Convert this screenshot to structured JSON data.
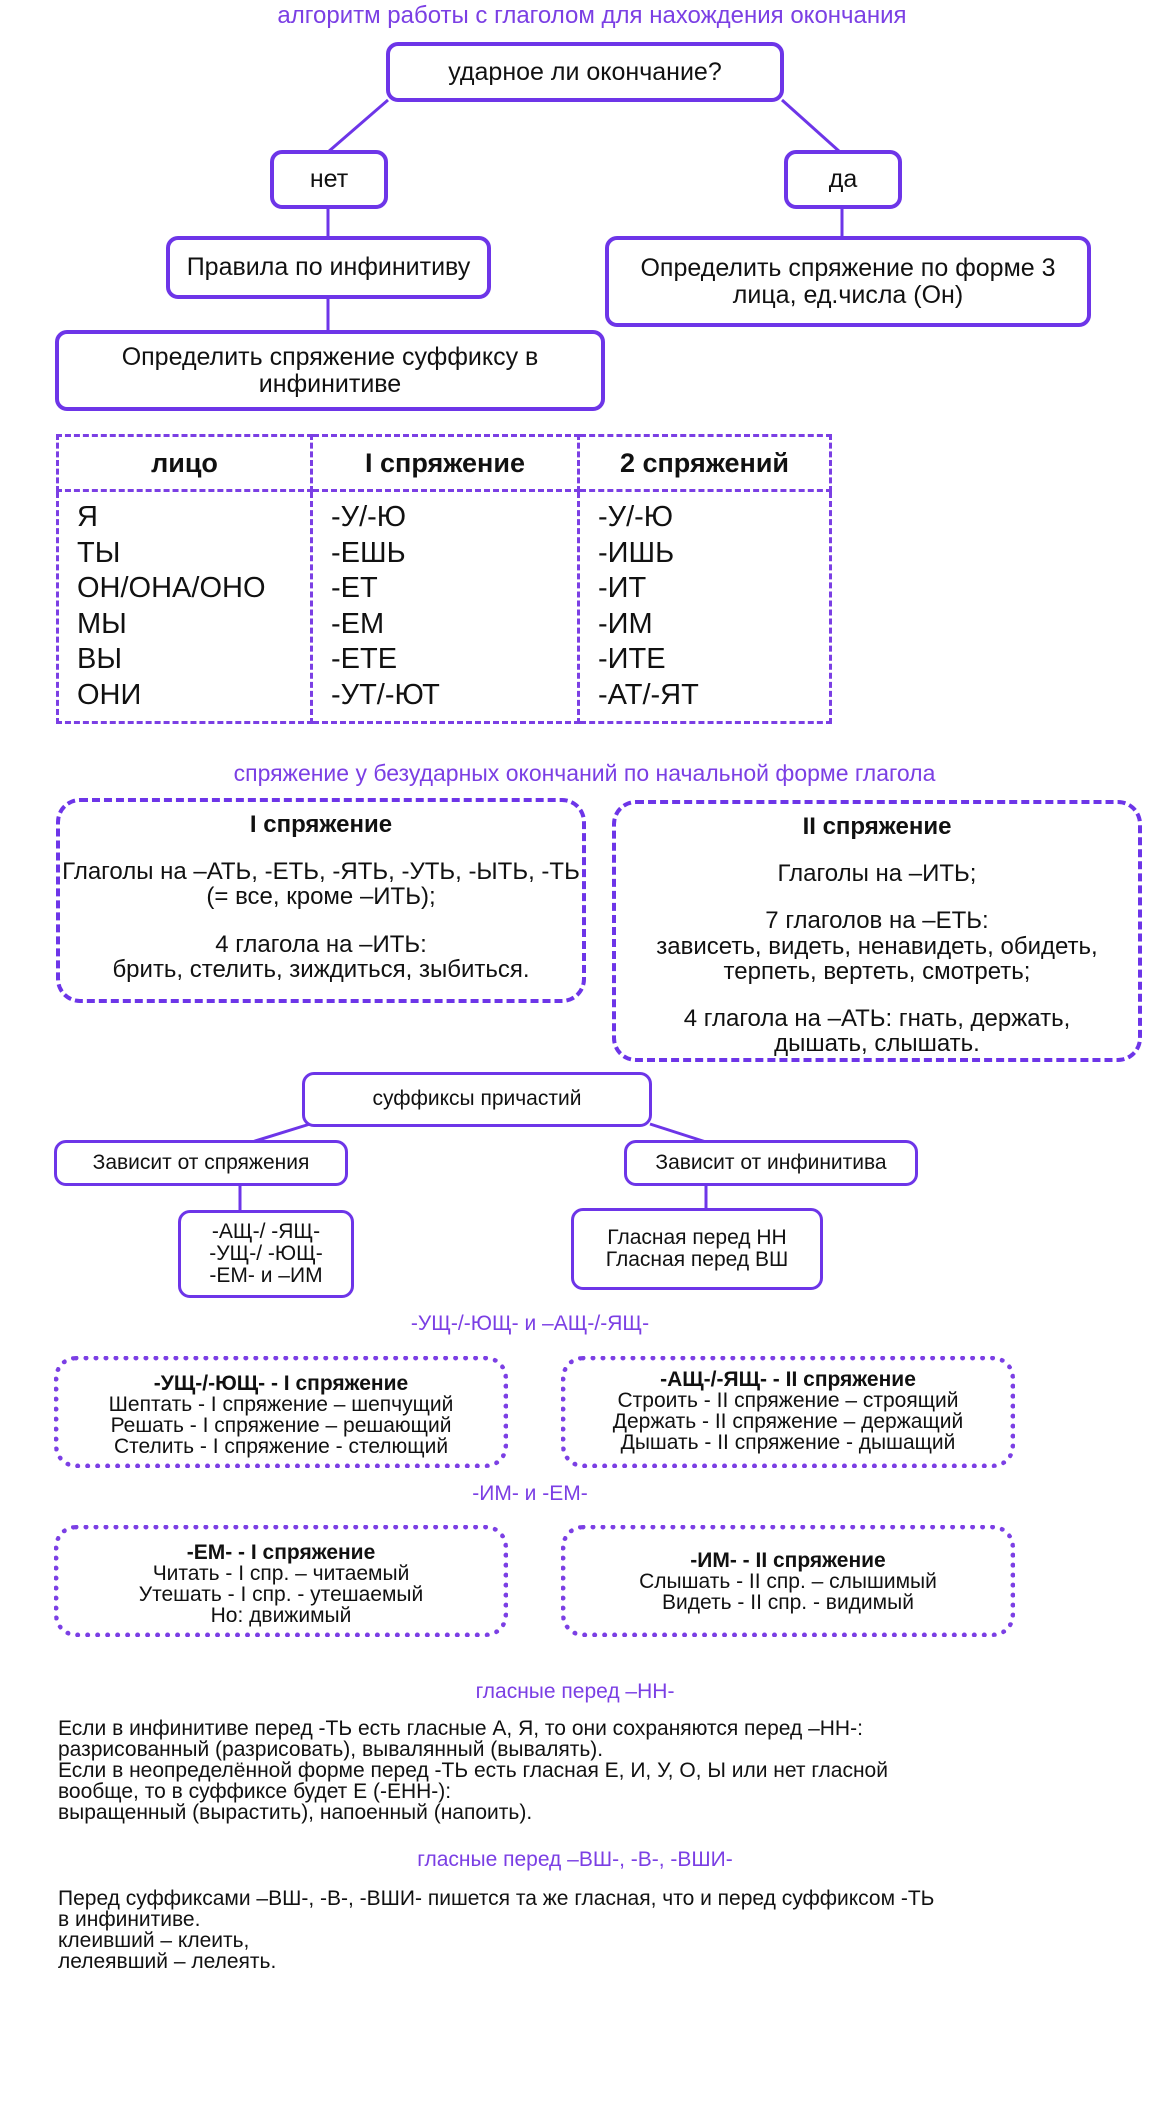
{
  "algorithm": {
    "title": "алгоритм работы с глаголом для нахождения окончания",
    "question": "ударное ли окончание?",
    "no": "нет",
    "yes": "да",
    "rules_infinitive": "Правила по инфинитиву",
    "by_third_person": "Определить спряжение по форме 3 лица, ед.числа (Он)",
    "by_suffix": "Определить спряжение  суффиксу в инфинитиве"
  },
  "endings_table": {
    "headers": [
      "лицо",
      "I спряжение",
      "2 спряжений"
    ],
    "persons": [
      "Я",
      "ТЫ",
      "ОН/ОНА/ОНО",
      "МЫ",
      "ВЫ",
      "ОНИ"
    ],
    "conj1": [
      "-У/-Ю",
      "-ЕШЬ",
      "-ЕТ",
      "-ЕМ",
      "-ЕТЕ",
      "-УТ/-ЮТ"
    ],
    "conj2": [
      "-У/-Ю",
      "-ИШЬ",
      "-ИТ",
      "-ИМ",
      "-ИТЕ",
      "-АТ/-ЯТ"
    ]
  },
  "unstressed": {
    "title": "спряжение у безударных окончаний по начальной форме глагола",
    "conj1": {
      "heading": "I спряжение",
      "line1": "Глаголы на –АТЬ, -ЕТЬ, -ЯТЬ, -УТЬ, -ЫТЬ, -ТЬ",
      "line2": "(= все, кроме –ИТЬ);",
      "line3": "4 глагола на –ИТЬ:",
      "line4": "брить, стелить, зиждиться, зыбиться."
    },
    "conj2": {
      "heading": "II спряжение",
      "line1": "Глаголы на –ИТЬ;",
      "line2": "7 глаголов на –ЕТЬ:",
      "line3": "зависеть, видеть, ненавидеть, обидеть,",
      "line4": "терпеть, вертеть, смотреть;",
      "line5": "4 глагола на –АТЬ: гнать, держать,",
      "line6": "дышать, слышать."
    }
  },
  "participles": {
    "title": "суффиксы причастий",
    "depends_conj": "Зависит от спряжения",
    "depends_inf": "Зависит от инфинитива",
    "suffix_list": [
      "-АЩ-/ -ЯЩ-",
      "-УЩ-/ -ЮЩ-",
      "-ЕМ- и –ИМ"
    ],
    "vowel_list": [
      "Гласная перед НН",
      "Гласная перед ВШ"
    ]
  },
  "ush_ash": {
    "title": "-УЩ-/-ЮЩ- и –АЩ-/-ЯЩ-",
    "left": {
      "heading": "-УЩ-/-ЮЩ- - I спряжение",
      "lines": [
        "Шептать - I спряжение – шепчущий",
        "Решать - I спряжение – решающий",
        "Стелить - I спряжение - стелющий"
      ]
    },
    "right": {
      "heading": "-АЩ-/-ЯЩ- - II спряжение",
      "lines": [
        "Строить - II спряжение – строящий",
        "Держать - II спряжение – держащий",
        "Дышать - II спряжение - дышащий"
      ]
    }
  },
  "im_em": {
    "title": "-ИМ- и -ЕМ-",
    "left": {
      "heading": "-ЕМ- - I спряжение",
      "lines": [
        "Читать - I спр. – читаемый",
        "Утешать - I спр. - утешаемый",
        "Но: движимый"
      ]
    },
    "right": {
      "heading": "-ИМ- - II спряжение",
      "lines": [
        "Слышать - II спр. – слышимый",
        "Видеть - II спр. - видимый"
      ]
    }
  },
  "before_nn": {
    "title": "гласные перед –НН-",
    "lines": [
      "Если в инфинитиве перед -ТЬ есть гласные А, Я, то они сохраняются перед –НН-:",
      "разрисованный (разрисовать), вывалянный (вывалять).",
      "Если в неопределённой форме перед -ТЬ есть гласная Е, И, У, О, Ы или нет гласной",
      "вообще, то в суффиксе будет Е (-ЕНН-):",
      "выращенный (вырастить), напоенный (напоить)."
    ]
  },
  "before_vsh": {
    "title": "гласные перед –ВШ-, -В-, -ВШИ-",
    "lines": [
      "Перед суффиксами –ВШ-, -В-, -ВШИ- пишется та же гласная, что и перед суффиксом -ТЬ",
      "в инфинитиве.",
      "клеивший – клеить,",
      "лелеявший – лелеять."
    ]
  }
}
